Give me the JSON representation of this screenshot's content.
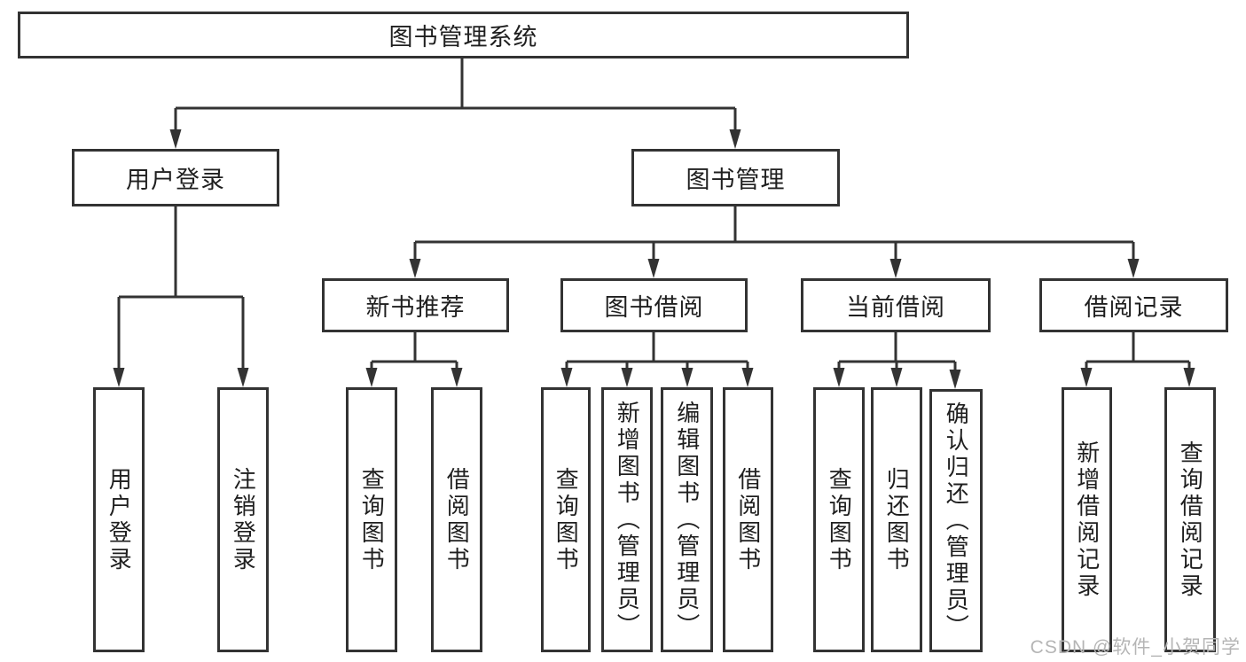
{
  "diagram": {
    "title": "图书管理系统",
    "tree": {
      "label": "图书管理系统",
      "children": [
        {
          "label": "用户登录",
          "children": [
            {
              "label": "用户登录"
            },
            {
              "label": "注销登录"
            }
          ]
        },
        {
          "label": "图书管理",
          "children": [
            {
              "label": "新书推荐",
              "children": [
                {
                  "label": "查询图书"
                },
                {
                  "label": "借阅图书"
                }
              ]
            },
            {
              "label": "图书借阅",
              "children": [
                {
                  "label": "查询图书"
                },
                {
                  "label": "新增图书（管理员）"
                },
                {
                  "label": "编辑图书（管理员）"
                },
                {
                  "label": "借阅图书"
                }
              ]
            },
            {
              "label": "当前借阅",
              "children": [
                {
                  "label": "查询图书"
                },
                {
                  "label": "归还图书"
                },
                {
                  "label": "确认归还（管理员）"
                }
              ]
            },
            {
              "label": "借阅记录",
              "children": [
                {
                  "label": "新增借阅记录"
                },
                {
                  "label": "查询借阅记录"
                }
              ]
            }
          ]
        }
      ]
    },
    "colors": {
      "line": "#333333",
      "box_border": "#333333",
      "text": "#1f1f1f",
      "background": "#ffffff",
      "watermark_text": "#b5b5b5"
    }
  },
  "watermark": "CSDN @软件_小贺同学"
}
